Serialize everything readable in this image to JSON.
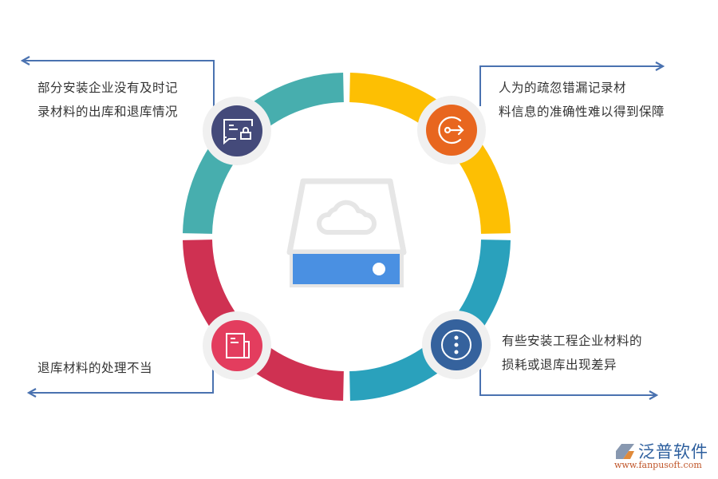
{
  "center": {
    "icon": "cloud-storage-drive-icon"
  },
  "items": [
    {
      "position": "top-left",
      "lines": [
        "部分安装企业没有及时记",
        "录材料的出库和退库情况"
      ],
      "icon": "chat-lock-icon",
      "ring_color": "#47aeae",
      "icon_bg": "#444a7a"
    },
    {
      "position": "top-right",
      "lines": [
        "人为的疏忽错漏记录材",
        "料信息的准确性难以得到保障"
      ],
      "icon": "exit-arrow-icon",
      "ring_color": "#fdbf03",
      "icon_bg": "#e8661f"
    },
    {
      "position": "bottom-right",
      "lines": [
        "有些安装工程企业材料的",
        "损耗或退库出现差异"
      ],
      "icon": "more-vertical-icon",
      "ring_color": "#2aa1bc",
      "icon_bg": "#35629d"
    },
    {
      "position": "bottom-left",
      "lines": [
        "退库材料的处理不当"
      ],
      "icon": "document-icon",
      "ring_color": "#cf3152",
      "icon_bg": "#e33d5e"
    }
  ],
  "colors": {
    "connector": "#4a72b0",
    "badge_ring": "#f0f0f0",
    "drive_outline": "#e6e6e6",
    "drive_bar": "#4a90e2"
  },
  "logo": {
    "title": "泛普软件",
    "url": "www.fanpusoft.com"
  }
}
